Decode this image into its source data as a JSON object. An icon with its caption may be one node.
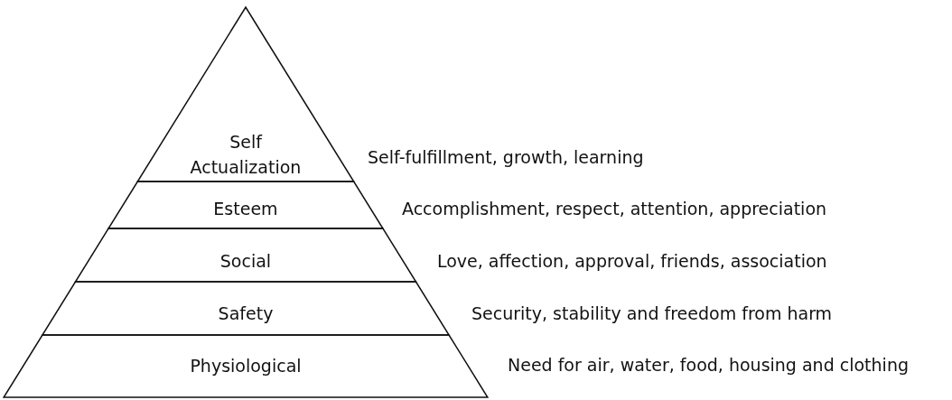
{
  "diagram": {
    "nodes": [
      {
        "text": [
          "Self Actualization"
        ],
        "beside": [
          "Self-fulfillment, growth, learning"
        ]
      },
      {
        "text": [
          "Esteem"
        ],
        "beside": [
          "Accomplishment, respect, attention, appreciation"
        ]
      },
      {
        "text": [
          "Social"
        ],
        "beside": [
          "Love, affection, approval, friends, association"
        ]
      },
      {
        "text": [
          "Safety"
        ],
        "beside": [
          "Security, stability and freedom from harm"
        ]
      },
      {
        "text": [
          "Physiological"
        ],
        "beside": [
          "Need for air, water, food, housing and clothing"
        ]
      }
    ]
  }
}
